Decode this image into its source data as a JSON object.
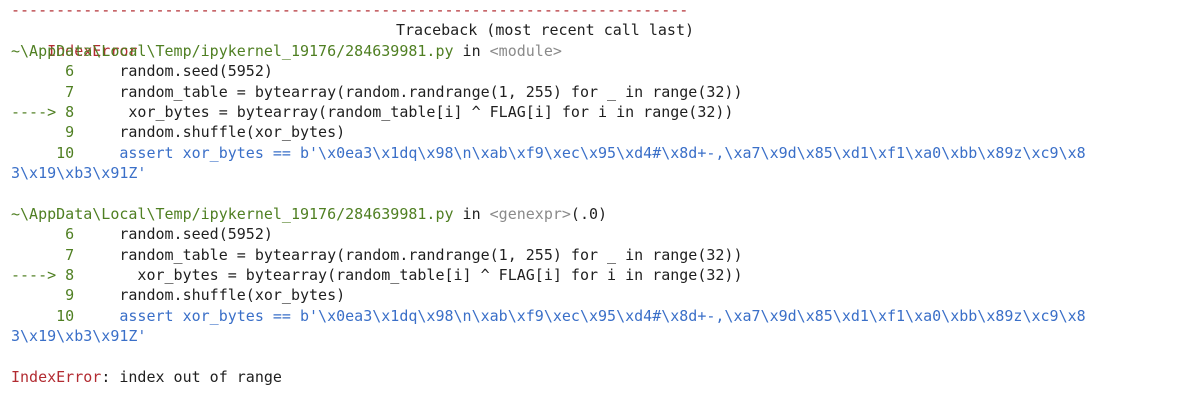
{
  "separator": "---------------------------------------------------------------------------",
  "header": {
    "error_type": "IndexError",
    "traceback_label": "Traceback (most recent call last)"
  },
  "frames": [
    {
      "path": "~\\AppData\\Local\\Temp/ipykernel_19176/284639981.py",
      "in_label": " in ",
      "context": "<module>",
      "context_suffix": "",
      "lines": [
        {
          "prefix": "      6 ",
          "code": "    random.seed(5952)"
        },
        {
          "prefix": "      7 ",
          "code": "    random_table = bytearray(random.randrange(1, 255) for _ in range(32))"
        },
        {
          "prefix": "----> 8 ",
          "code": "     xor_bytes = bytearray(random_table[i] ^ FLAG[i] for i in range(32))"
        },
        {
          "prefix": "      9 ",
          "code": "    random.shuffle(xor_bytes)"
        },
        {
          "prefix": "     10 ",
          "code": "    assert xor_bytes == b'\\x0ea3\\x1dq\\x98\\n\\xab\\xf9\\xec\\x95\\xd4#\\x8d+-,\\xa7\\x9d\\x85\\xd1\\xf1\\xa0\\xbb\\x89z\\xc9\\x8"
        },
        {
          "prefix": "",
          "code": "3\\x19\\xb3\\x91Z'"
        }
      ]
    },
    {
      "path": "~\\AppData\\Local\\Temp/ipykernel_19176/284639981.py",
      "in_label": " in ",
      "context": "<genexpr>",
      "context_suffix": "(.0)",
      "lines": [
        {
          "prefix": "      6 ",
          "code": "    random.seed(5952)"
        },
        {
          "prefix": "      7 ",
          "code": "    random_table = bytearray(random.randrange(1, 255) for _ in range(32))"
        },
        {
          "prefix": "----> 8 ",
          "code": "      xor_bytes = bytearray(random_table[i] ^ FLAG[i] for i in range(32))"
        },
        {
          "prefix": "      9 ",
          "code": "    random.shuffle(xor_bytes)"
        },
        {
          "prefix": "     10 ",
          "code": "    assert xor_bytes == b'\\x0ea3\\x1dq\\x98\\n\\xab\\xf9\\xec\\x95\\xd4#\\x8d+-,\\xa7\\x9d\\x85\\xd1\\xf1\\xa0\\xbb\\x89z\\xc9\\x8"
        },
        {
          "prefix": "",
          "code": "3\\x19\\xb3\\x91Z'"
        }
      ]
    }
  ],
  "footer": {
    "error_type": "IndexError",
    "message": ": index out of range"
  },
  "colors": {
    "error_red": "#b22b31",
    "path_green": "#4f7f22",
    "string_blue": "#3a6fc8",
    "number_teal": "#1c8f8f",
    "context_gray": "#8a8a8a"
  }
}
